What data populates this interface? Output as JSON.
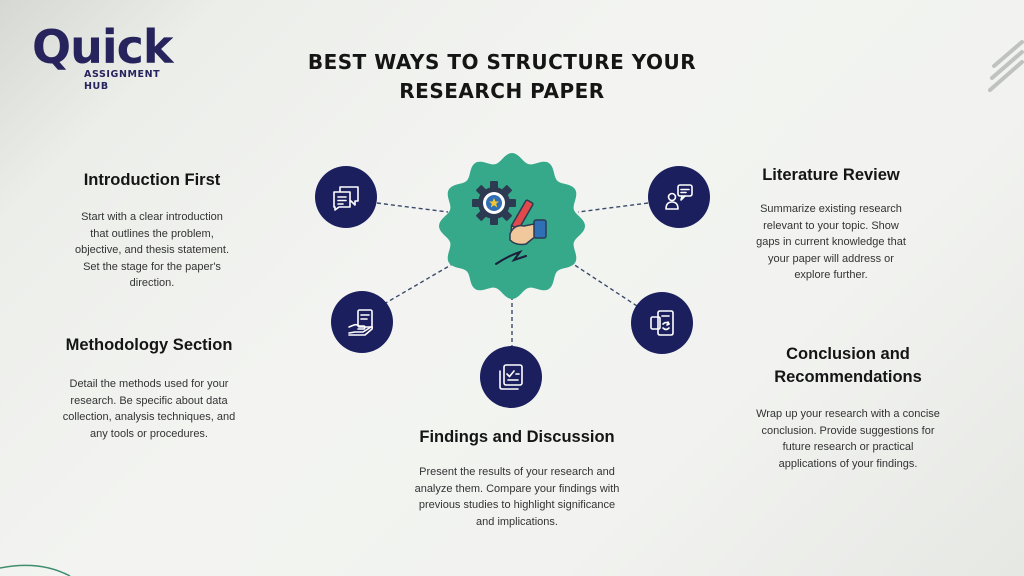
{
  "logo": {
    "word": "Quick",
    "line1": "ASSIGNMENT",
    "line2": "HUB"
  },
  "title": {
    "line1": "BEST WAYS TO STRUCTURE YOUR",
    "line2": "RESEARCH PAPER"
  },
  "colors": {
    "hub": "#35a98a",
    "node": "#1b1f5e",
    "connector": "#3b4a6b"
  },
  "center": {
    "icon": "gear-hand-pen-icon"
  },
  "sections": [
    {
      "heading": "Introduction First",
      "body": [
        "Start with a clear introduction",
        "that outlines the problem,",
        "objective, and thesis statement.",
        "Set the stage for the paper's",
        "direction."
      ],
      "icon": "chat-bubbles-icon"
    },
    {
      "heading": "Methodology Section",
      "body": [
        "Detail the methods used for your",
        "research. Be specific about data",
        "collection, analysis techniques, and",
        "any tools or procedures."
      ],
      "icon": "hand-document-icon"
    },
    {
      "heading": "Findings and Discussion",
      "body": [
        "Present the results of your research and",
        "analyze them. Compare your findings with",
        "previous studies to highlight significance",
        "and implications."
      ],
      "icon": "checklist-icon"
    },
    {
      "heading": "Literature Review",
      "body": [
        "Summarize existing research",
        "relevant to your topic. Show",
        "gaps in current knowledge that",
        "your paper will address or",
        "explore further."
      ],
      "icon": "user-chat-icon"
    },
    {
      "heading_lines": [
        "Conclusion and",
        "Recommendations"
      ],
      "body": [
        "Wrap up your research with a concise",
        "conclusion. Provide suggestions for",
        "future research or practical",
        "applications of your findings."
      ],
      "icon": "refresh-document-icon"
    }
  ]
}
